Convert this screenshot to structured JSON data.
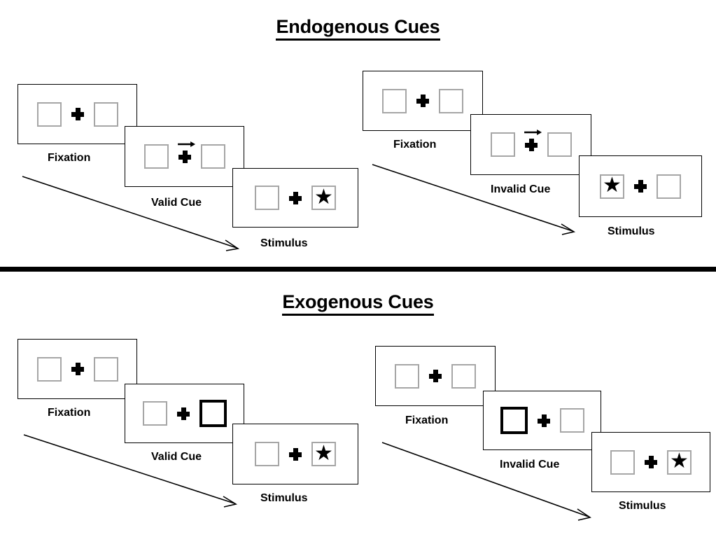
{
  "sections": [
    {
      "id": "endogenous",
      "title": "Endogenous Cues",
      "sequences": [
        {
          "id": "endogenous-valid",
          "steps": [
            {
              "caption": "Fixation",
              "cue_type": "none",
              "left_box": "empty",
              "right_box": "empty"
            },
            {
              "caption": "Valid Cue",
              "cue_type": "arrow-right",
              "left_box": "empty",
              "right_box": "empty"
            },
            {
              "caption": "Stimulus",
              "cue_type": "none",
              "left_box": "empty",
              "right_box": "star"
            }
          ]
        },
        {
          "id": "endogenous-invalid",
          "steps": [
            {
              "caption": "Fixation",
              "cue_type": "none",
              "left_box": "empty",
              "right_box": "empty"
            },
            {
              "caption": "Invalid Cue",
              "cue_type": "arrow-right",
              "left_box": "empty",
              "right_box": "empty"
            },
            {
              "caption": "Stimulus",
              "cue_type": "none",
              "left_box": "star",
              "right_box": "empty"
            }
          ]
        }
      ]
    },
    {
      "id": "exogenous",
      "title": "Exogenous Cues",
      "sequences": [
        {
          "id": "exogenous-valid",
          "steps": [
            {
              "caption": "Fixation",
              "cue_type": "none",
              "left_box": "empty",
              "right_box": "empty"
            },
            {
              "caption": "Valid Cue",
              "cue_type": "none",
              "left_box": "empty",
              "right_box": "highlighted"
            },
            {
              "caption": "Stimulus",
              "cue_type": "none",
              "left_box": "empty",
              "right_box": "star"
            }
          ]
        },
        {
          "id": "exogenous-invalid",
          "steps": [
            {
              "caption": "Fixation",
              "cue_type": "none",
              "left_box": "empty",
              "right_box": "empty"
            },
            {
              "caption": "Invalid Cue",
              "cue_type": "none",
              "left_box": "highlighted",
              "right_box": "empty"
            },
            {
              "caption": "Stimulus",
              "cue_type": "none",
              "left_box": "empty",
              "right_box": "star"
            }
          ]
        }
      ]
    }
  ],
  "icons": {
    "fixation_cross": "plus-cross-icon",
    "star": "★",
    "cue_arrow": "arrow-right-icon",
    "flow_arrow": "time-flow-arrow-icon"
  },
  "colors": {
    "stroke": "#000000",
    "box_outline": "#a6a6a6",
    "background": "#ffffff",
    "divider": "#000000"
  }
}
